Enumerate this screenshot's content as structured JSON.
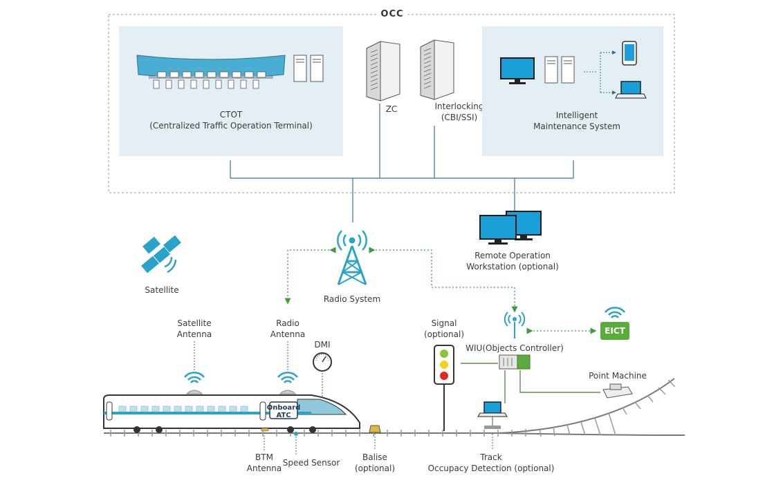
{
  "occ": {
    "title": "OCC"
  },
  "ctot": {
    "line1": "CTOT",
    "line2": "(Centralized Traffic Operation Terminal)"
  },
  "zc": {
    "label": "ZC"
  },
  "interlocking": {
    "line1": "Interlocking",
    "line2": "(CBI/SSI)"
  },
  "maintenance": {
    "line1": "Intelligent",
    "line2": "Maintenance System"
  },
  "remote": {
    "line1": "Remote Operation",
    "line2": "Workstation (optional)"
  },
  "satellite": {
    "label": "Satellite"
  },
  "radio_system": {
    "label": "Radio System"
  },
  "sat_antenna": {
    "line1": "Satellite",
    "line2": "Antenna"
  },
  "radio_antenna": {
    "line1": "Radio",
    "line2": "Antenna"
  },
  "dmi": {
    "label": "DMI"
  },
  "onboard_atc": {
    "line1": "Onboard",
    "line2": "ATC"
  },
  "signal": {
    "line1": "Signal",
    "line2": "(optional)"
  },
  "wiu": {
    "label": "WIU(Objects Controller)"
  },
  "eict": {
    "label": "EICT"
  },
  "point_machine": {
    "label": "Point Machine"
  },
  "btm": {
    "line1": "BTM",
    "line2": "Antenna"
  },
  "speed_sensor": {
    "label": "Speed Sensor"
  },
  "balise": {
    "line1": "Balise",
    "line2": "(optional)"
  },
  "track_occ": {
    "line1": "Track",
    "line2": "Occupacy Detection (optional)"
  },
  "colors": {
    "panel": "#e3eef5",
    "line": "#3d6e95",
    "teal": "#29a3c7",
    "green": "#5aac3c",
    "dotgreen": "#3e9a3e"
  }
}
